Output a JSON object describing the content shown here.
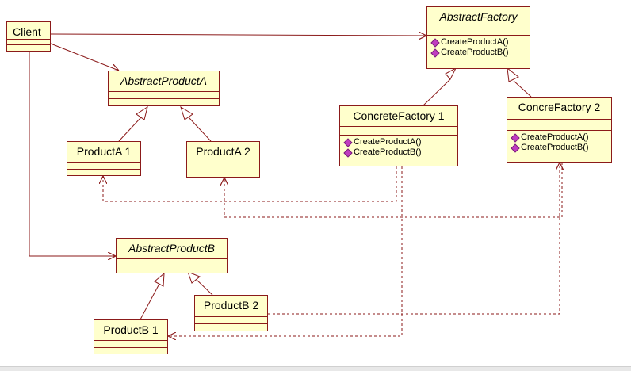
{
  "diagram": {
    "classes": {
      "client": {
        "name": "Client"
      },
      "abstract_factory": {
        "name": "AbstractFactory",
        "operations": [
          "CreateProductA()",
          "CreateProductB()"
        ]
      },
      "abstract_product_a": {
        "name": "AbstractProductA"
      },
      "concrete_factory_1": {
        "name": "ConcreteFactory 1",
        "operations": [
          "CreateProductA()",
          "CreateProductB()"
        ]
      },
      "concrete_factory_2": {
        "name": "ConcreFactory 2",
        "operations": [
          "CreateProductA()",
          "CreateProductB()"
        ]
      },
      "product_a1": {
        "name": "ProductA 1"
      },
      "product_a2": {
        "name": "ProductA 2"
      },
      "abstract_product_b": {
        "name": "AbstractProductB"
      },
      "product_b1": {
        "name": "ProductB 1"
      },
      "product_b2": {
        "name": "ProductB 2"
      }
    },
    "colors": {
      "line": "#8b1a1a",
      "class_fill": "#ffffcc",
      "operation_icon": "#c03cc0"
    }
  }
}
